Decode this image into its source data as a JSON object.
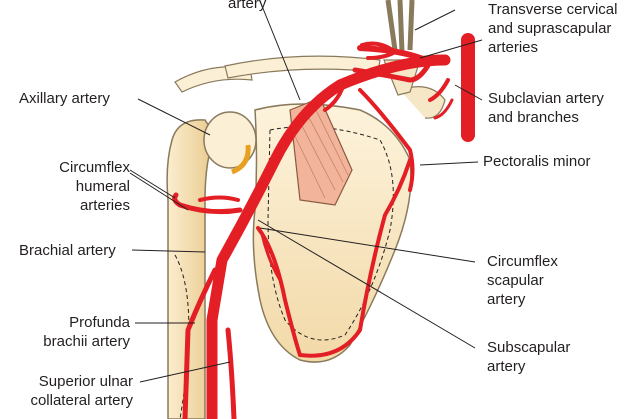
{
  "labels": {
    "top_partial": "artery",
    "axillary": "Axillary artery",
    "circumflex_humeral": [
      "Circumflex",
      "humeral",
      "arteries"
    ],
    "brachial": "Brachial artery",
    "profunda": [
      "Profunda",
      "brachii artery"
    ],
    "superior_ulnar": [
      "Superior ulnar",
      "collateral artery"
    ],
    "transverse_cervical": [
      "Transverse cervical",
      "and suprascapular",
      "arteries"
    ],
    "subclavian": [
      "Subclavian artery",
      "and branches"
    ],
    "pectoralis_minor": "Pectoralis minor",
    "circumflex_scapular": [
      "Circumflex",
      "scapular",
      "artery"
    ],
    "subscapular": [
      "Subscapular",
      "artery"
    ]
  },
  "colors": {
    "artery": "#e31e24",
    "artery_dark": "#b3151b",
    "bone": "#f6dfb4",
    "bone_edge": "#8a7a5c",
    "muscle": "#f2b49a",
    "scapula": "#f4e2bd",
    "leader": "#231f20"
  }
}
